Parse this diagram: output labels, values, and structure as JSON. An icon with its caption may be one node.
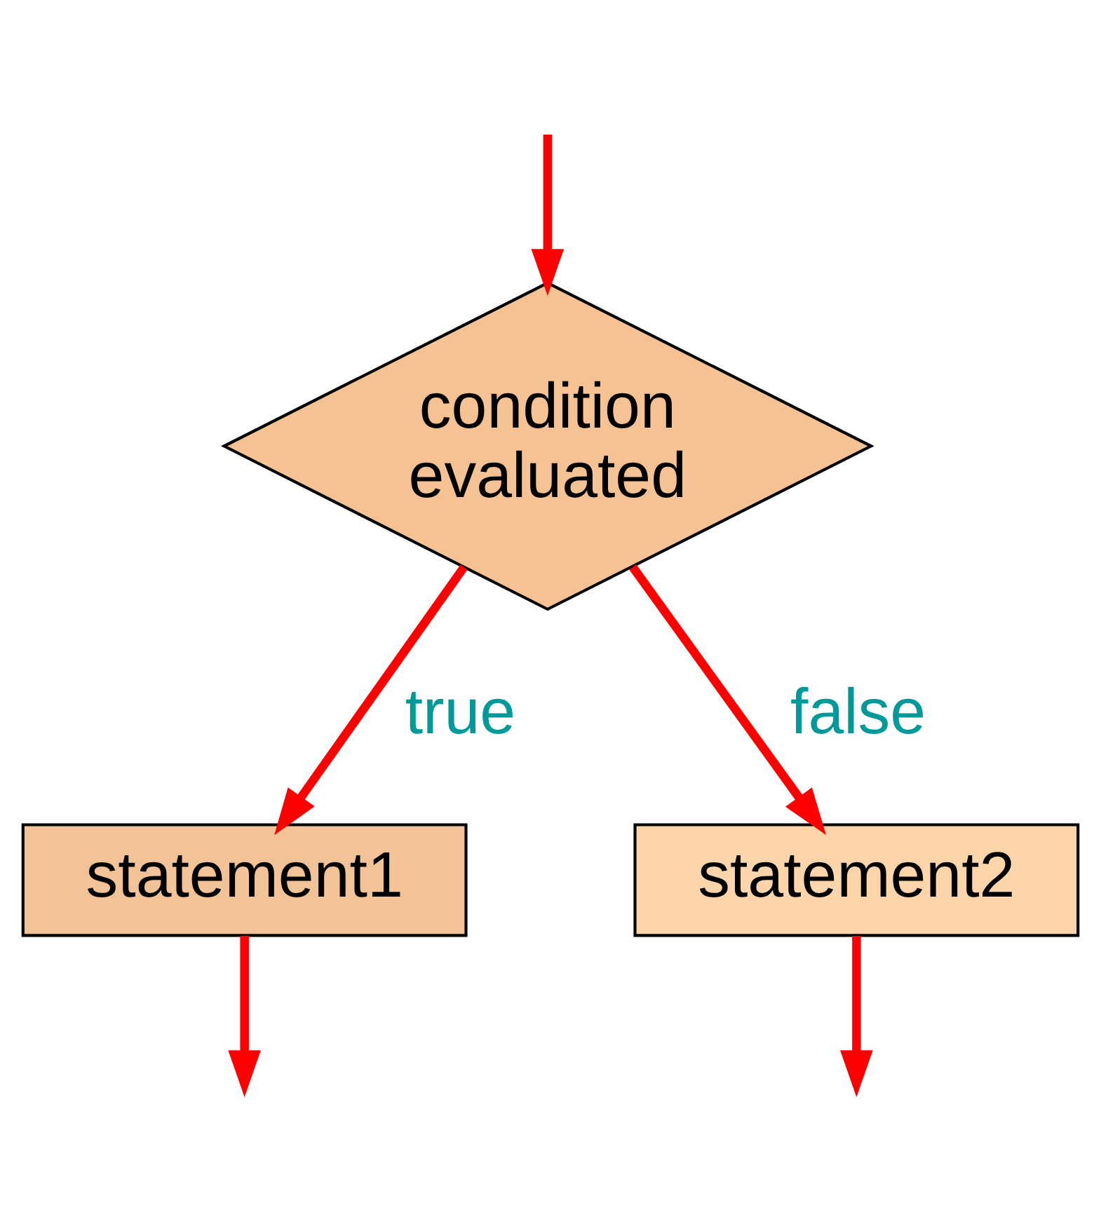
{
  "diagram": {
    "nodes": [
      {
        "text": [
          "condition evaluated"
        ]
      },
      {
        "text": [
          "statement1"
        ]
      },
      {
        "text": [
          "statement2"
        ]
      }
    ],
    "edges": [
      {
        "from": null,
        "to": 0,
        "arrow": "to"
      },
      {
        "from": 0,
        "to": 1,
        "arrow": "to",
        "label": "true"
      },
      {
        "from": 0,
        "to": 2,
        "arrow": "to",
        "label": "false"
      },
      {
        "from": 1,
        "to": null,
        "arrow": "to"
      },
      {
        "from": 2,
        "to": null,
        "arrow": "to"
      }
    ]
  }
}
